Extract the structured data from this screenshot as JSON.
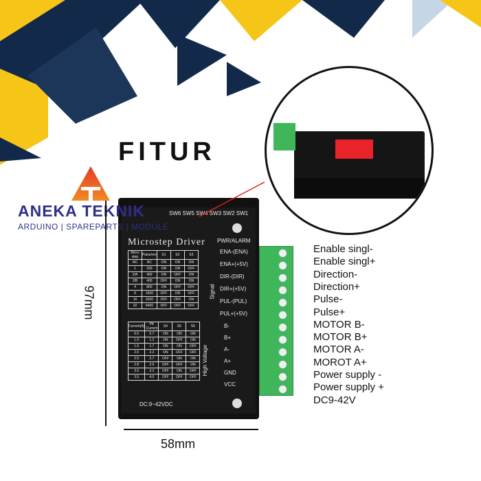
{
  "heading": "FITUR",
  "logo": {
    "name": "ANEKA TEKNIK",
    "tagline": "ARDUINO | SPAREPARTS | MODULE"
  },
  "driver": {
    "title": "Microstep Driver",
    "switches": "SW6 SW5 SW4 SW3 SW2 SW1",
    "pwr": "PWR/ALARM",
    "signal_label": "Signal",
    "hv_label": "High Voltage",
    "supply": "DC:9~42VDC",
    "signal_pins": [
      "ENA-(ENA)",
      "ENA+(+5V)",
      "DIR-(DIR)",
      "DIR+(+5V)",
      "PUL-(PUL)",
      "PUL+(+5V)"
    ],
    "hv_pins": [
      "B-",
      "B+",
      "A-",
      "A+",
      "GND",
      "VCC"
    ],
    "microstep_table": {
      "headers": [
        "Micro step",
        "Pulse/rev",
        "S1",
        "S2",
        "S3"
      ],
      "rows": [
        [
          "NC",
          "NC",
          "ON",
          "ON",
          "ON"
        ],
        [
          "1",
          "200",
          "ON",
          "ON",
          "OFF"
        ],
        [
          "2/A",
          "400",
          "ON",
          "OFF",
          "ON"
        ],
        [
          "2/B",
          "400",
          "OFF",
          "ON",
          "ON"
        ],
        [
          "4",
          "800",
          "ON",
          "OFF",
          "OFF"
        ],
        [
          "8",
          "1600",
          "OFF",
          "ON",
          "OFF"
        ],
        [
          "16",
          "3200",
          "OFF",
          "OFF",
          "ON"
        ],
        [
          "32",
          "6400",
          "OFF",
          "OFF",
          "OFF"
        ]
      ]
    },
    "current_table": {
      "headers": [
        "Current(A)",
        "PK Current",
        "S4",
        "S5",
        "S6"
      ],
      "rows": [
        [
          "0.5",
          "0.7",
          "ON",
          "ON",
          "ON"
        ],
        [
          "1.0",
          "1.2",
          "ON",
          "OFF",
          "ON"
        ],
        [
          "1.5",
          "1.7",
          "ON",
          "ON",
          "OFF"
        ],
        [
          "2.0",
          "2.2",
          "ON",
          "OFF",
          "OFF"
        ],
        [
          "2.5",
          "2.7",
          "OFF",
          "ON",
          "ON"
        ],
        [
          "2.8",
          "2.9",
          "OFF",
          "OFF",
          "ON"
        ],
        [
          "3.0",
          "3.2",
          "OFF",
          "ON",
          "OFF"
        ],
        [
          "3.5",
          "4.0",
          "OFF",
          "OFF",
          "OFF"
        ]
      ]
    }
  },
  "terminal_labels": [
    "Enable singl-",
    "Enable singl+",
    "Direction-",
    "Direction+",
    "Pulse-",
    "Pulse+",
    "MOTOR B-",
    "MOTOR B+",
    "MOTOR A-",
    "MOROT A+",
    "Power supply -",
    "Power supply +",
    "DC9-42V"
  ],
  "dimensions": {
    "height": "97mm",
    "width": "58mm"
  },
  "colors": {
    "navy": "#12294a",
    "yellow": "#f5c518",
    "terminal_green": "#3fb65a",
    "brand": "#2e2f86"
  }
}
